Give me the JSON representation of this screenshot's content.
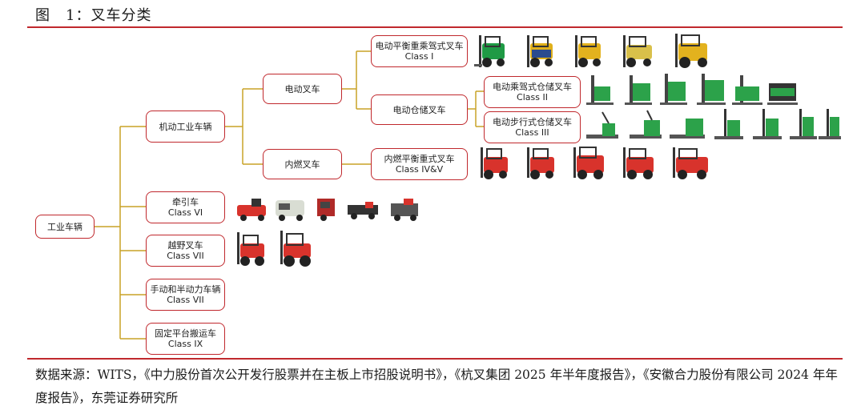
{
  "figure": {
    "title": "图　1：叉车分类"
  },
  "tree": {
    "root": "工业车辆",
    "motorized": "机动工业车辆",
    "electric": "电动叉车",
    "ice": "内燃叉车",
    "electric_rider_counterbalance": {
      "name": "电动平衡重乘驾式叉车",
      "cls": "Class I"
    },
    "electric_warehouse": "电动仓储叉车",
    "electric_rider_warehouse": {
      "name": "电动乘驾式仓储叉车",
      "cls": "Class II"
    },
    "electric_walkie_warehouse": {
      "name": "电动步行式仓储叉车",
      "cls": "Class III"
    },
    "ice_counterbalance": {
      "name": "内燃平衡重式叉车",
      "cls": "Class IV&V"
    },
    "tow_tractor": {
      "name": "牵引车",
      "cls": "Class VI"
    },
    "rough_terrain": {
      "name": "越野叉车",
      "cls": "Class VII"
    },
    "manual_semi_powered": {
      "name": "手动和半动力车辆",
      "cls": "Class VII"
    },
    "fixed_platform": {
      "name": "固定平台搬运车",
      "cls": "Class IX"
    }
  },
  "colors": {
    "accent": "#c0282d",
    "connector": "#c9a227",
    "green": "#2ca24a",
    "red_body": "#d8332c",
    "yellow_body": "#e3b21e"
  },
  "source": {
    "text": "数据来源：WITS，《中力股份首次公开发行股票并在主板上市招股说明书》，《杭叉集团 2025 年半年度报告》，《安徽合力股份有限公司 2024 年年度报告》，东莞证券研究所"
  }
}
